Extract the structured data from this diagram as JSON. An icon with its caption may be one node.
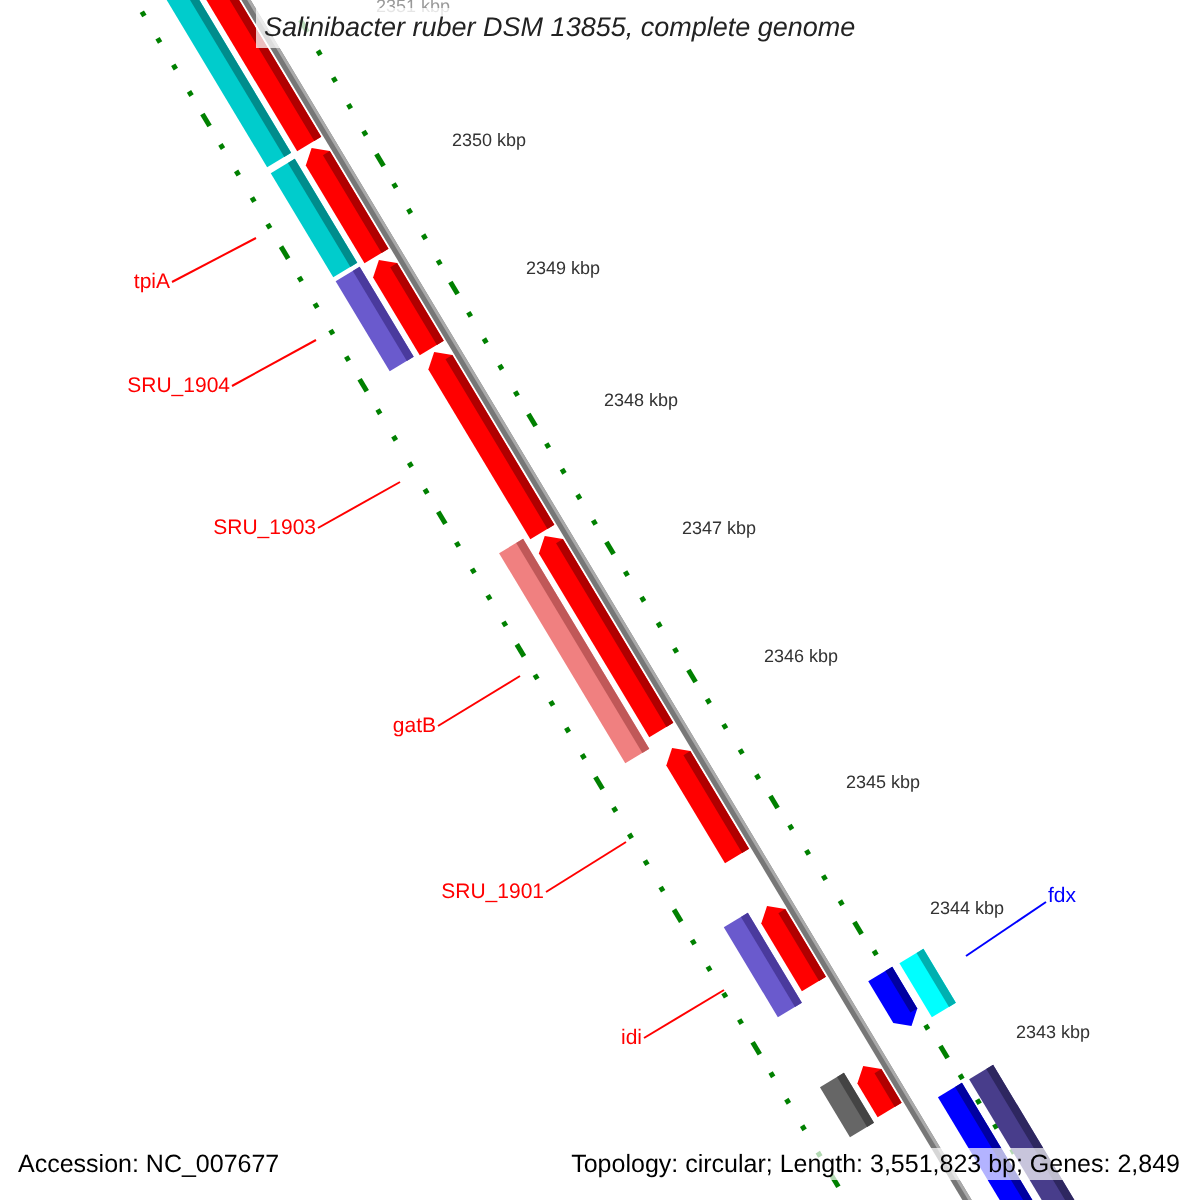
{
  "diagram": {
    "title": "Salinibacter ruber DSM 13855, complete genome",
    "nodes": [
      {
        "text": [
          "tpiA"
        ]
      },
      {
        "text": [
          "SRU_1904"
        ]
      },
      {
        "text": [
          "SRU_1903"
        ]
      },
      {
        "text": [
          "gatB"
        ]
      },
      {
        "text": [
          "SRU_1901"
        ]
      },
      {
        "text": [
          "idi"
        ]
      },
      {
        "text": [
          "fdx"
        ]
      }
    ],
    "edges": [
      {
        "from": 0,
        "to": null,
        "arrow": "none"
      },
      {
        "from": 1,
        "to": null,
        "arrow": "none"
      },
      {
        "from": 2,
        "to": null,
        "arrow": "none"
      },
      {
        "from": 3,
        "to": null,
        "arrow": "none"
      },
      {
        "from": 4,
        "to": null,
        "arrow": "none"
      },
      {
        "from": 5,
        "to": null,
        "arrow": "none"
      },
      {
        "from": 6,
        "to": null,
        "arrow": "none",
        "color": "#0000ff"
      }
    ],
    "labels": [
      "2351 kbp",
      "2350 kbp",
      "2349 kbp",
      "2348 kbp",
      "2347 kbp",
      "2346 kbp",
      "2345 kbp",
      "2344 kbp",
      "2343 kbp",
      "Accession: NC_007677",
      "Topology: circular; Length: 3,551,823 bp; Genes: 2,849"
    ]
  }
}
